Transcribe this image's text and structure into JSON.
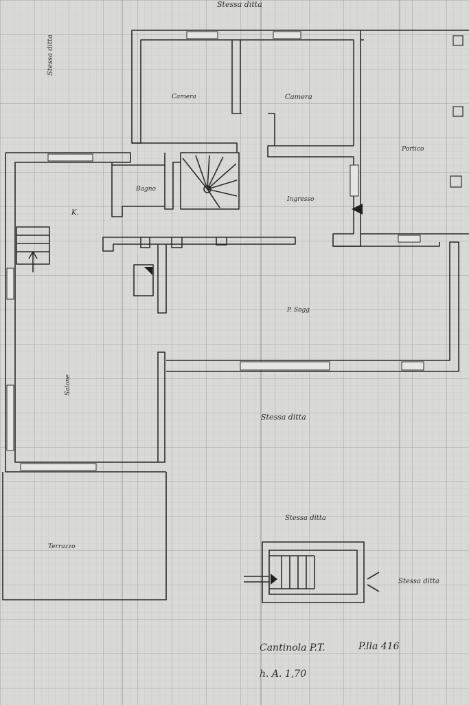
{
  "labels": {
    "top_note": "Stessa ditta",
    "left_note": "Stessa ditta",
    "camera1": "Camera",
    "camera2": "Camera",
    "portico": "Portico",
    "bagno": "Bagno",
    "k": "K.",
    "ingresso": "Ingresso",
    "p_sogg": "P. Sogg",
    "salone": "Salone",
    "center_note": "Stessa ditta",
    "lower_note": "Stessa ditta",
    "terrazzo": "Terrazzo",
    "right_note": "Stessa ditta",
    "footer_main": "Cantinola P.T.",
    "footer_plot": "P.lla 416",
    "footer_height": "h. A. 1,70"
  },
  "colors": {
    "paper": "#d9d9d5",
    "grid_minor": "#bdbdb8",
    "grid_major": "#9c9c97",
    "ink": "#2b2b2b"
  }
}
